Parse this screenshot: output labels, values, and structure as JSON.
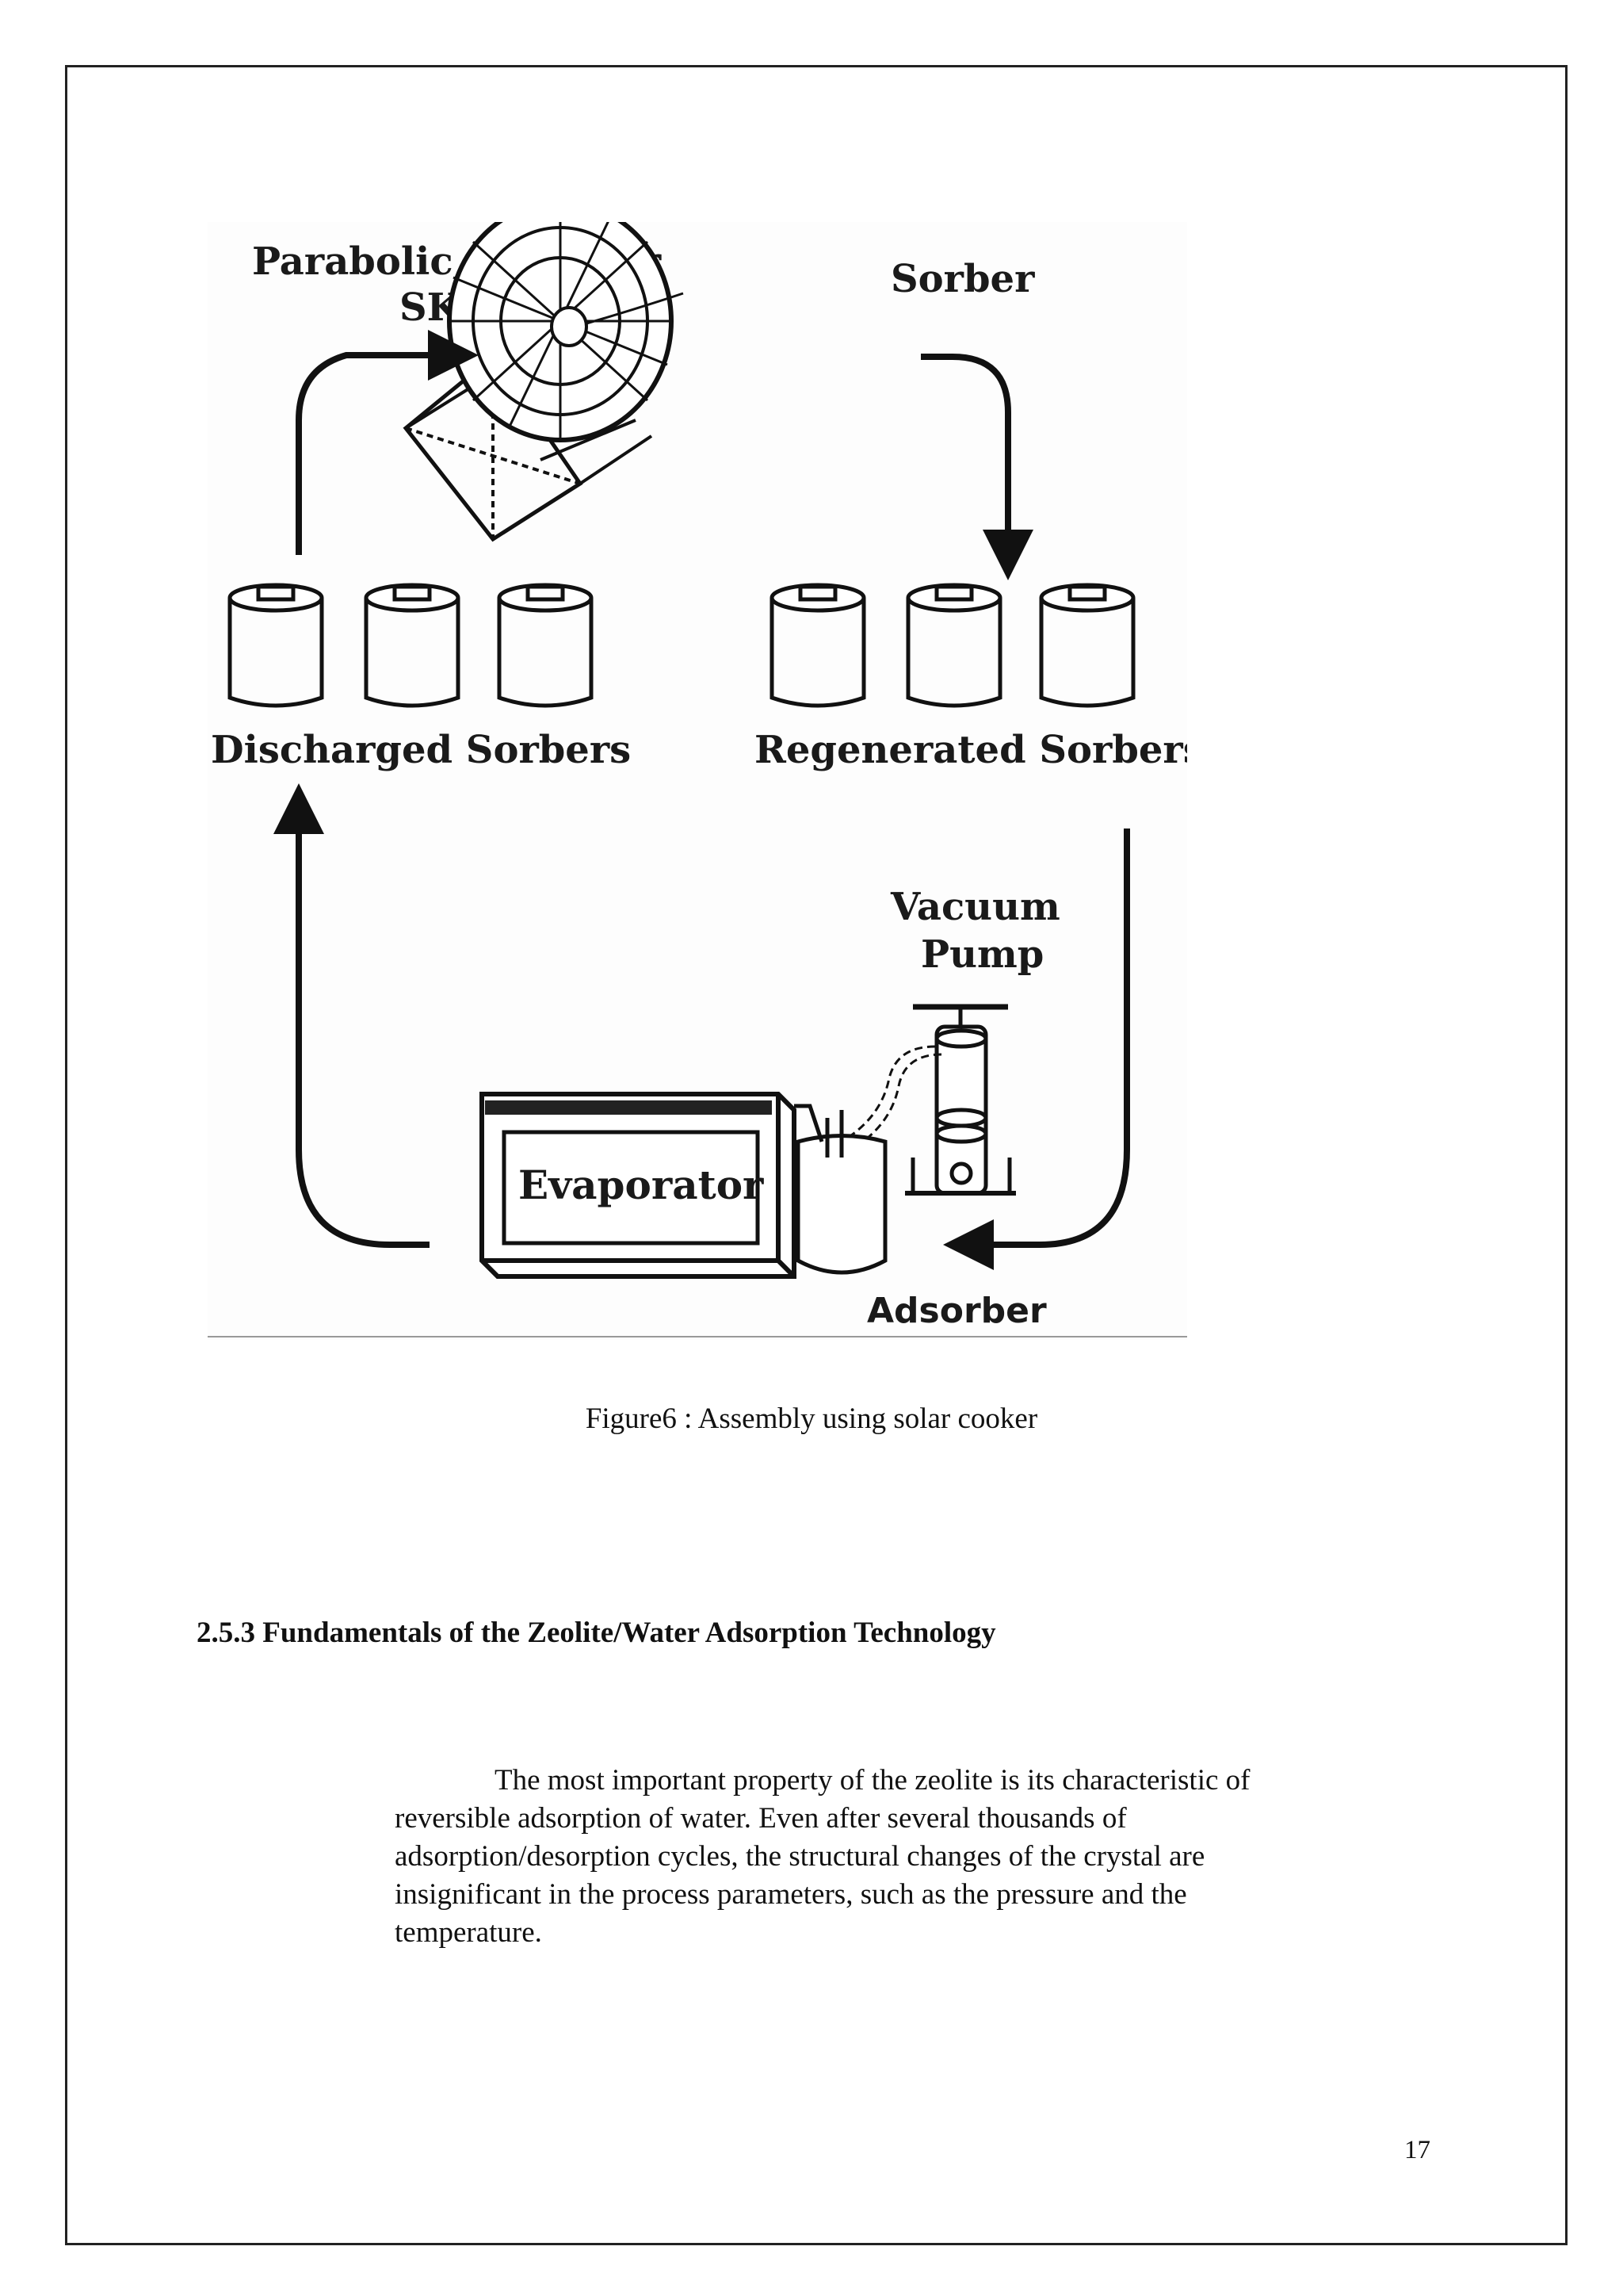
{
  "figure": {
    "labels": {
      "collector_line1": "Parabolic Collector",
      "collector_line2": "SK14",
      "sorber": "Sorber",
      "discharged": "Discharged Sorbers",
      "regenerated": "Regenerated Sorbers",
      "vacuum_line1": "Vacuum",
      "vacuum_line2": "Pump",
      "evaporator": "Evaporator",
      "adsorber": "Adsorber"
    }
  },
  "caption": "Figure6  : Assembly  using  solar cooker",
  "section": {
    "heading": "2.5.3  Fundamentals  of the Zeolite/Water Adsorption  Technology",
    "lines": [
      "The most important  property of the zeolite  is its characteristic  of",
      "reversible  adsorption  of water. Even after several thousands  of",
      "adsorption/desorption  cycles,  the structural  changes of the crystal are",
      "insignificant  in the process parameters,  such as the pressure and the",
      "temperature."
    ]
  },
  "page_number": "17"
}
